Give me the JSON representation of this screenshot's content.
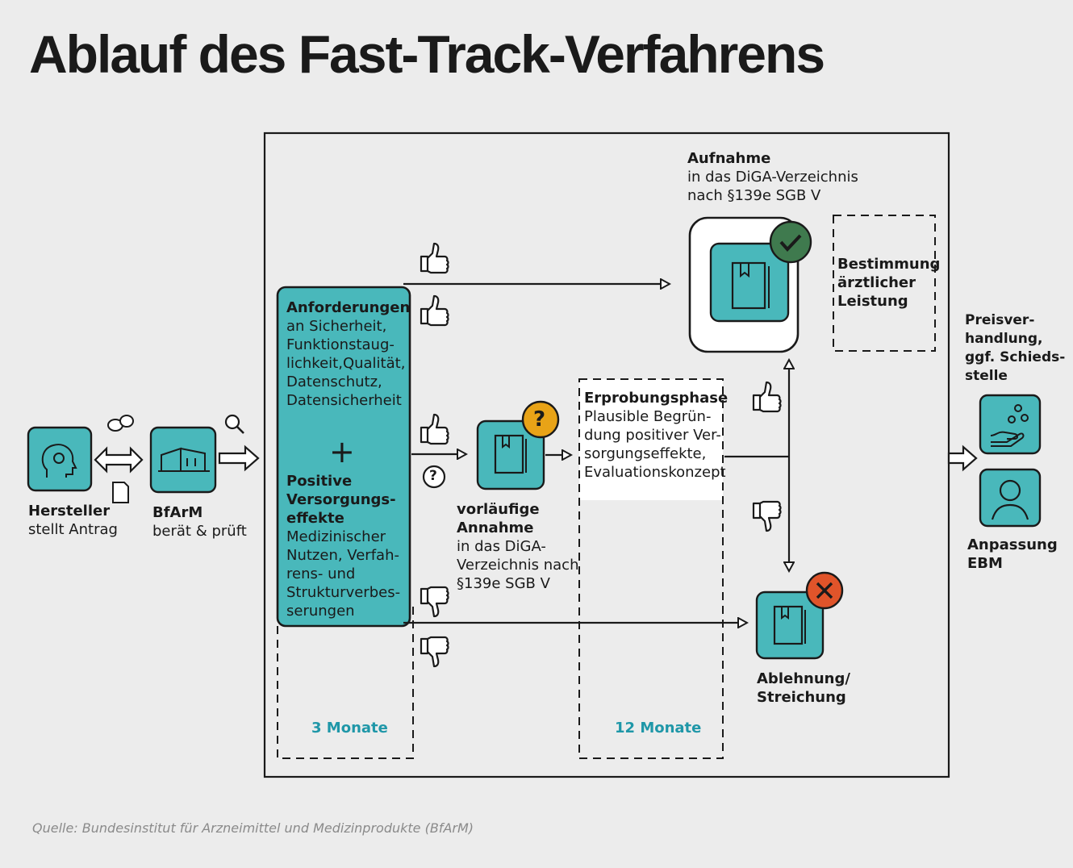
{
  "title": "Ablauf des Fast-Track-Verfahrens",
  "hersteller": {
    "name": "Hersteller",
    "action": "stellt Antrag"
  },
  "bfarm": {
    "name": "BfArM",
    "action": "berät & prüft"
  },
  "anforderungen": {
    "heading": "Anforderungen",
    "lines": [
      "an Sicherheit,",
      "Funktionstaug-",
      "lichkeit,Qualität,",
      "Datenschutz,",
      "Datensicherheit"
    ],
    "plus": "+",
    "heading2_lines": [
      "Positive",
      "Versorgungs-",
      "effekte"
    ],
    "lines2": [
      "Medizinischer",
      "Nutzen, Verfah-",
      "rens- und",
      "Strukturverbes-",
      "serungen"
    ]
  },
  "phase1_duration": "3 Monate",
  "phase2_duration": "12 Monate",
  "question_mark": "?",
  "vorlaeufig": {
    "heading_lines": [
      "vorläufige",
      "Annahme"
    ],
    "lines": [
      "in das DiGA-",
      "Verzeichnis nach",
      "§139e SGB V"
    ]
  },
  "erprobung": {
    "heading": "Erprobungsphase",
    "lines": [
      "Plausible Begrün-",
      "dung positiver Ver-",
      "sorgungseffekte,",
      "Evaluationskonzept"
    ]
  },
  "aufnahme": {
    "heading": "Aufnahme",
    "lines": [
      "in das DiGA-Verzeichnis",
      "nach §139e SGB V"
    ]
  },
  "bestimmung": {
    "lines": [
      "Bestimmung",
      "ärztlicher",
      "Leistung"
    ]
  },
  "ablehnung": {
    "lines": [
      "Ablehnung/",
      "Streichung"
    ]
  },
  "preis": {
    "lines": [
      "Preisver-",
      "handlung,",
      "ggf. Schieds-",
      "stelle"
    ]
  },
  "ebm": {
    "lines": [
      "Anpassung",
      "EBM"
    ]
  },
  "source": "Quelle: Bundesinstitut für Arzneimittel und Medizinprodukte (BfArM)",
  "colors": {
    "teal": "#49b8bb",
    "dark": "#1a1a1a",
    "green": "#3f7a4e",
    "orange": "#e8a317",
    "red": "#e0542a",
    "accent_text": "#1f97a8"
  },
  "icons": [
    "head-gear-icon",
    "building-icon",
    "chat-bubbles-icon",
    "document-icon",
    "magnifier-icon",
    "book-icon",
    "thumbs-up-icon",
    "thumbs-down-icon",
    "checkmark-badge-icon",
    "question-badge-icon",
    "cross-badge-icon",
    "hand-coins-icon",
    "person-icon"
  ]
}
